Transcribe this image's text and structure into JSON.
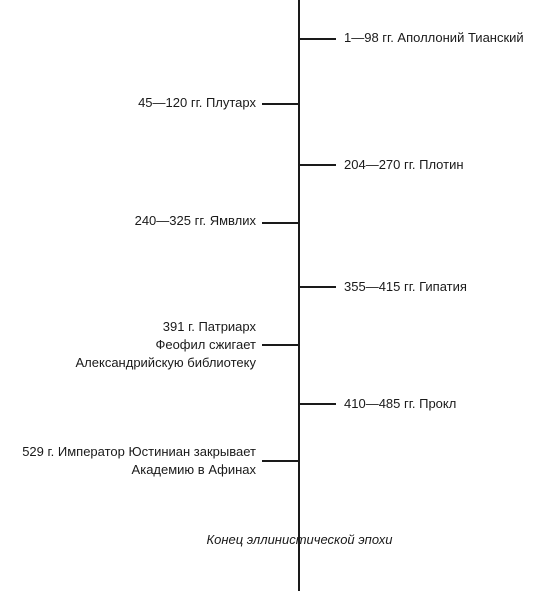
{
  "timeline": {
    "events": [
      {
        "side": "right",
        "lines": [
          "1—98 гг. Аполлоний Тианский"
        ]
      },
      {
        "side": "left",
        "lines": [
          "45—120 гг. Плутарх"
        ]
      },
      {
        "side": "right",
        "lines": [
          "204—270 гг. Плотин"
        ]
      },
      {
        "side": "left",
        "lines": [
          "240—325 гг. Ямвлих"
        ]
      },
      {
        "side": "right",
        "lines": [
          "355—415 гг. Гипатия"
        ]
      },
      {
        "side": "left",
        "lines": [
          "391 г. Патриарх",
          "Феофил сжигает",
          "Александрийскую библиотеку"
        ]
      },
      {
        "side": "right",
        "lines": [
          "410—485 гг. Прокл"
        ]
      },
      {
        "side": "left",
        "lines": [
          "529 г. Император Юстиниан закрывает",
          "Академию в Афинах"
        ]
      }
    ],
    "end_label": "Конец эллинистической эпохи"
  }
}
